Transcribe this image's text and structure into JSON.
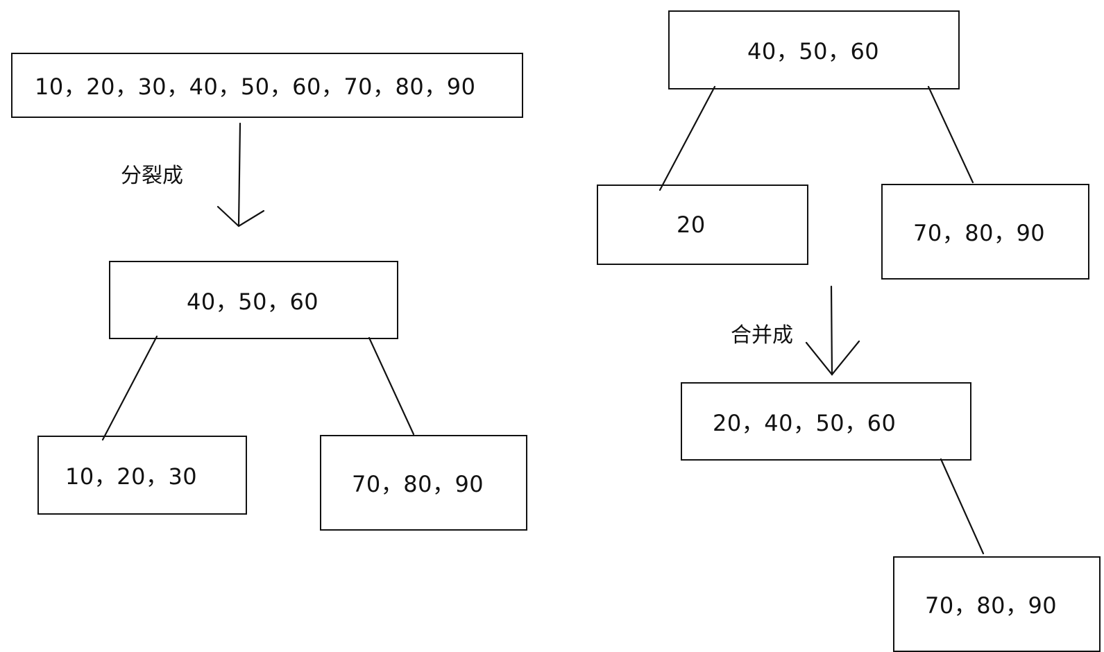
{
  "left": {
    "source": "10，20，30，40，50，60，70，80，90",
    "split_label": "分裂成",
    "root": "40，50，60",
    "left_child": "10，20，30",
    "right_child": "70，80，90"
  },
  "right": {
    "root": "40，50，60",
    "left_child": "20",
    "right_child": "70，80，90",
    "merge_label": "合并成",
    "merged_root": "20，40，50，60",
    "merged_right_child": "70，80，90"
  }
}
